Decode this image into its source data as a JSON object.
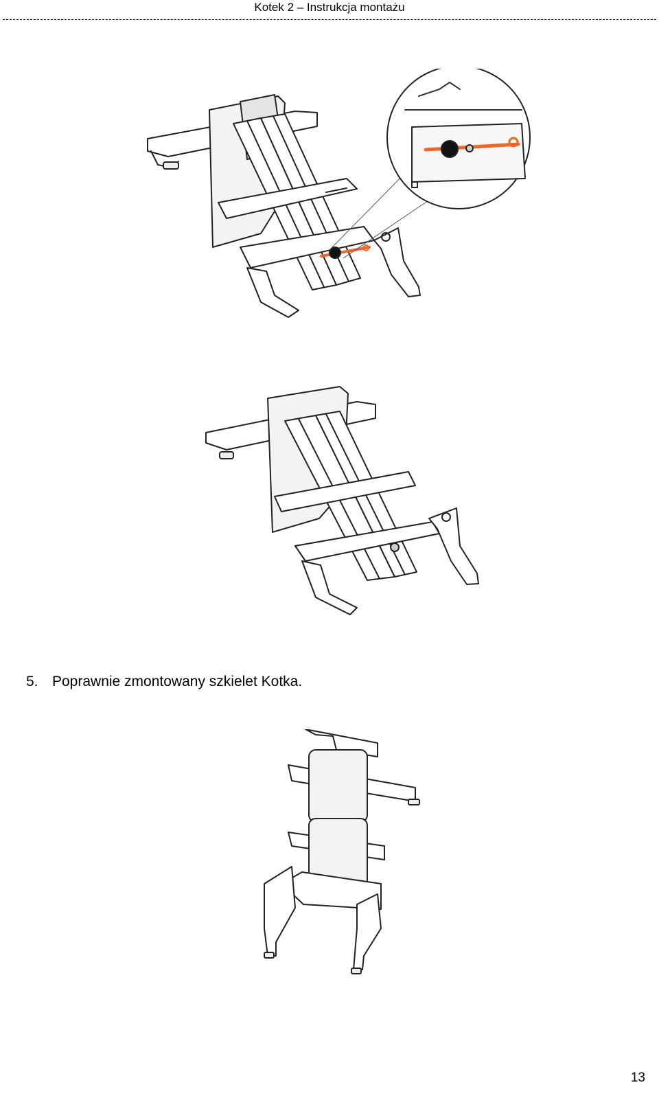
{
  "header": {
    "title": "Kotek 2 – Instrukcja montażu"
  },
  "figures": [
    {
      "name": "assembly-detail-with-zoom",
      "highlight_color": "#f26522"
    },
    {
      "name": "assembled-frame-isometric"
    },
    {
      "name": "assembled-frame-front"
    }
  ],
  "step": {
    "number": "5.",
    "text": "Poprawnie zmontowany szkielet Kotka."
  },
  "footer": {
    "page_number": "13"
  }
}
